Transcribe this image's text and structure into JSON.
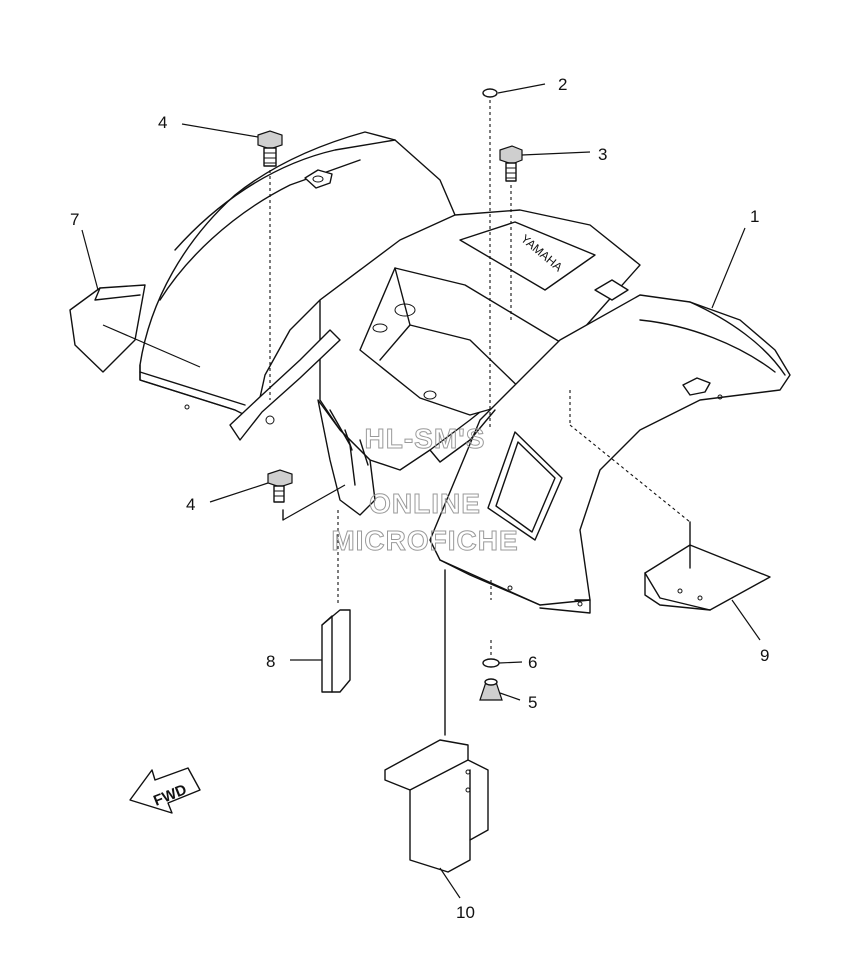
{
  "diagram": {
    "callouts": [
      {
        "id": "1",
        "label": "1"
      },
      {
        "id": "2",
        "label": "2"
      },
      {
        "id": "3",
        "label": "3"
      },
      {
        "id": "4a",
        "label": "4"
      },
      {
        "id": "4b",
        "label": "4"
      },
      {
        "id": "5",
        "label": "5"
      },
      {
        "id": "6",
        "label": "6"
      },
      {
        "id": "7",
        "label": "7"
      },
      {
        "id": "8",
        "label": "8"
      },
      {
        "id": "9",
        "label": "9"
      },
      {
        "id": "10",
        "label": "10"
      }
    ],
    "fender_brand": "YAMAHA",
    "direction_arrow": "FWD",
    "watermark": [
      "HL-SM'S",
      "ONLINE",
      "MICROFICHE"
    ]
  }
}
